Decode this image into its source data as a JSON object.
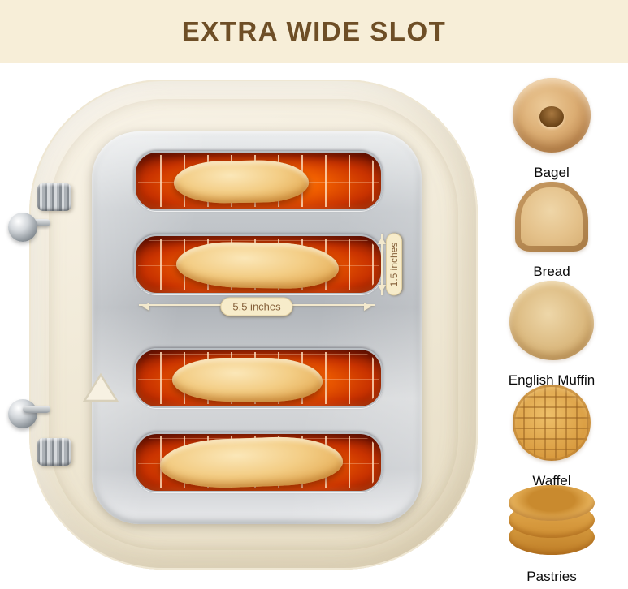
{
  "header": {
    "title": "EXTRA WIDE SLOT"
  },
  "toaster": {
    "slot_count": 4,
    "width_label": "5.5 inches",
    "height_label": "1.5 inches"
  },
  "foods": [
    {
      "label": "Bagel"
    },
    {
      "label": "Bread"
    },
    {
      "label": "English Muffin"
    },
    {
      "label": "Waffel"
    },
    {
      "label": "Pastries"
    }
  ],
  "icons": {
    "wide_slot_indicator": "triangle-outline"
  },
  "colors": {
    "banner_bg": "#f7eed8",
    "banner_text": "#6e4e26",
    "toaster_body": "#f1ead8",
    "steel_panel": "#c4c8cc",
    "slot_glow": "#f26000",
    "dimension_pill_bg": "#f7ecca",
    "dimension_pill_text": "#85603a"
  }
}
